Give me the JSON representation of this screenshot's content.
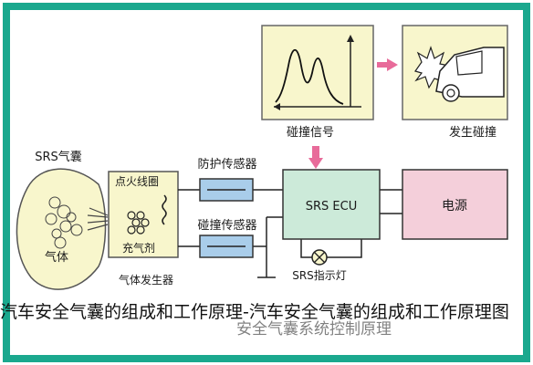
{
  "diagram": {
    "labels": {
      "collision_signal": "碰撞信号",
      "collision_occurs": "发生碰撞",
      "srs_airbag": "SRS气囊",
      "ignition_coil": "点火线圈",
      "inflator": "充气剂",
      "gas_generator": "气体发生器",
      "gas": "气体",
      "protection_sensor": "防护传感器",
      "collision_sensor": "碰撞传感器",
      "srs_ecu": "SRS ECU",
      "power": "电源",
      "srs_indicator": "SRS指示灯",
      "system_title": "安全气囊系统控制原理"
    },
    "colors": {
      "frame": "#1aa88e",
      "panel": "#f8f6cc",
      "ecu": "#ccead9",
      "power": "#f4cfda",
      "sensor_switch": "#a9cdea",
      "arrow": "#e86b9a"
    }
  },
  "caption": {
    "text": "汽车安全气囊的组成和工作原理-汽车安全气囊的组成和工作原理图"
  }
}
